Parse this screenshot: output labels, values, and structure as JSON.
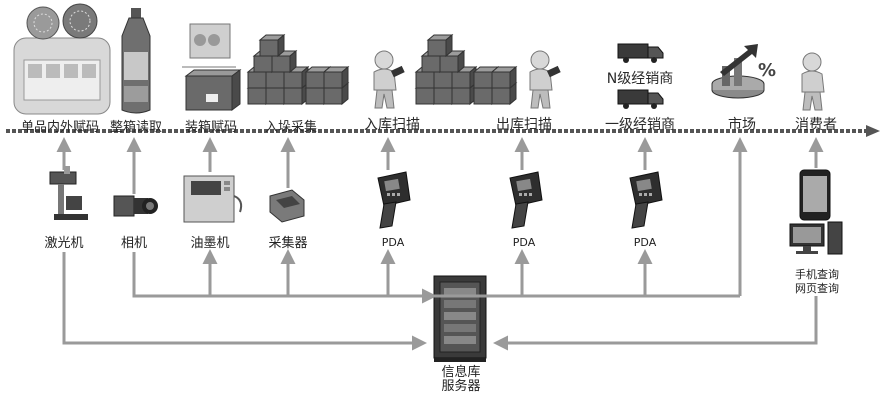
{
  "top_stages": [
    {
      "label": "单品内外赋码",
      "icon": "bottle-caps-icon"
    },
    {
      "label": "整箱读取",
      "icon": "bottle-icon"
    },
    {
      "label": "装箱赋码",
      "icon": "carton-box-icon"
    },
    {
      "label": "入垛采集",
      "icon": "stacked-boxes-icon"
    },
    {
      "label": "入库扫描",
      "icon": "person-scanner-icon"
    },
    {
      "label": "出库扫描",
      "icon": "person-scanner-icon"
    },
    {
      "label": "N级经销商",
      "icon": "truck-icon"
    },
    {
      "label": "一级经销商",
      "icon": "truck-icon"
    },
    {
      "label": "市场",
      "icon": "market-chart-icon"
    },
    {
      "label": "消费者",
      "icon": "person-icon"
    }
  ],
  "devices": [
    {
      "label": "激光机",
      "icon": "laser-machine-icon"
    },
    {
      "label": "相机",
      "icon": "camera-icon"
    },
    {
      "label": "油墨机",
      "icon": "ink-printer-icon"
    },
    {
      "label": "采集器",
      "icon": "collector-icon"
    },
    {
      "label": "PDA",
      "icon": "pda-icon"
    },
    {
      "label": "PDA",
      "icon": "pda-icon"
    },
    {
      "label": "PDA",
      "icon": "pda-icon"
    }
  ],
  "query": {
    "line1": "手机查询",
    "line2": "网页查询",
    "icon": "phone-monitor-icon"
  },
  "server": {
    "line1": "信息库",
    "line2": "服务器",
    "icon": "server-rack-icon"
  },
  "colors": {
    "arrow": "#9a9a9a",
    "dark": "#2b2b2b",
    "mid": "#6e6e6e",
    "light": "#bdbdbd",
    "belt": "#555555"
  }
}
